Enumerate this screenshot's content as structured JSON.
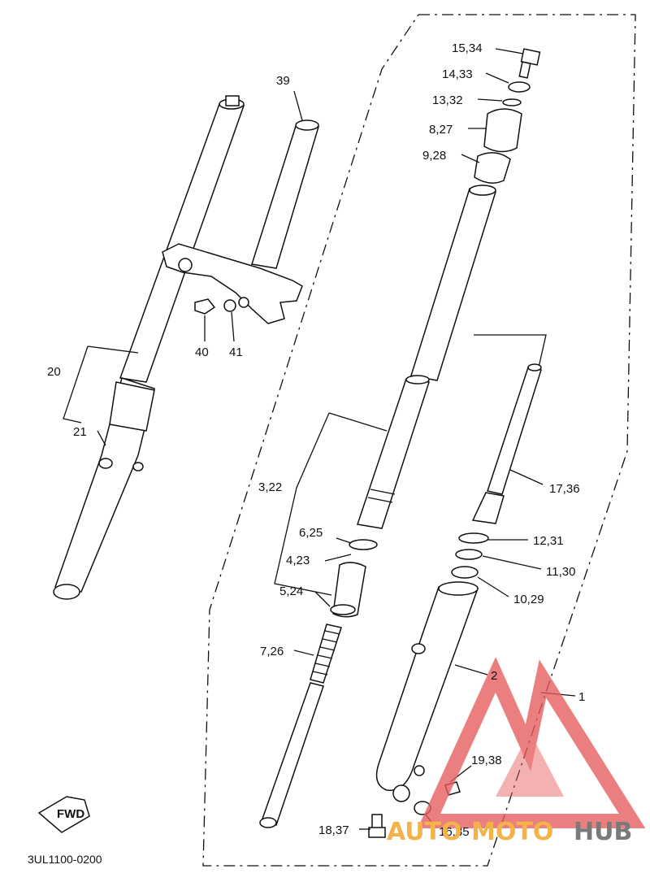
{
  "labels": {
    "l15_34": "15,34",
    "l14_33": "14,33",
    "l13_32": "13,32",
    "l8_27": "8,27",
    "l9_28": "9,28",
    "l39": "39",
    "l20": "20",
    "l21": "21",
    "l40": "40",
    "l41": "41",
    "l3_22": "3,22",
    "l6_25": "6,25",
    "l4_23": "4,23",
    "l5_24": "5,24",
    "l7_26": "7,26",
    "l17_36": "17,36",
    "l12_31": "12,31",
    "l11_30": "11,30",
    "l10_29": "10,29",
    "l2": "2",
    "l1": "1",
    "l19_38": "19,38",
    "l18_37": "18,37",
    "l16_35": "16,35"
  },
  "fwd_label": "FWD",
  "diagram_code": "3UL1100-0200",
  "watermark": {
    "part1": "AUTO",
    "part2": "MOTO",
    "part3": "HUB",
    "color1": "#f2b44a",
    "color2": "#f2b44a",
    "color3": "#7a7a7a",
    "logo_color": "#e65a5a"
  }
}
